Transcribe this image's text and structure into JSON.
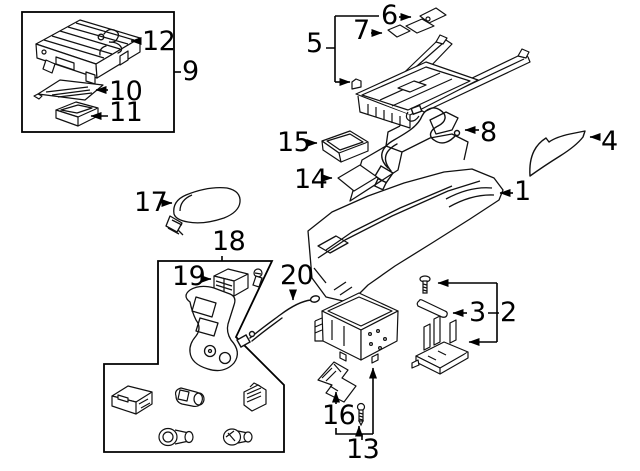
{
  "colors": {
    "background": "#ffffff",
    "line": "#000000"
  },
  "callouts": [
    {
      "label": "1"
    },
    {
      "label": "2"
    },
    {
      "label": "3"
    },
    {
      "label": "4"
    },
    {
      "label": "5"
    },
    {
      "label": "6"
    },
    {
      "label": "7"
    },
    {
      "label": "8"
    },
    {
      "label": "9"
    },
    {
      "label": "10"
    },
    {
      "label": "11"
    },
    {
      "label": "12"
    },
    {
      "label": "13"
    },
    {
      "label": "14"
    },
    {
      "label": "15"
    },
    {
      "label": "16"
    },
    {
      "label": "17"
    },
    {
      "label": "18"
    },
    {
      "label": "19"
    },
    {
      "label": "20"
    }
  ]
}
